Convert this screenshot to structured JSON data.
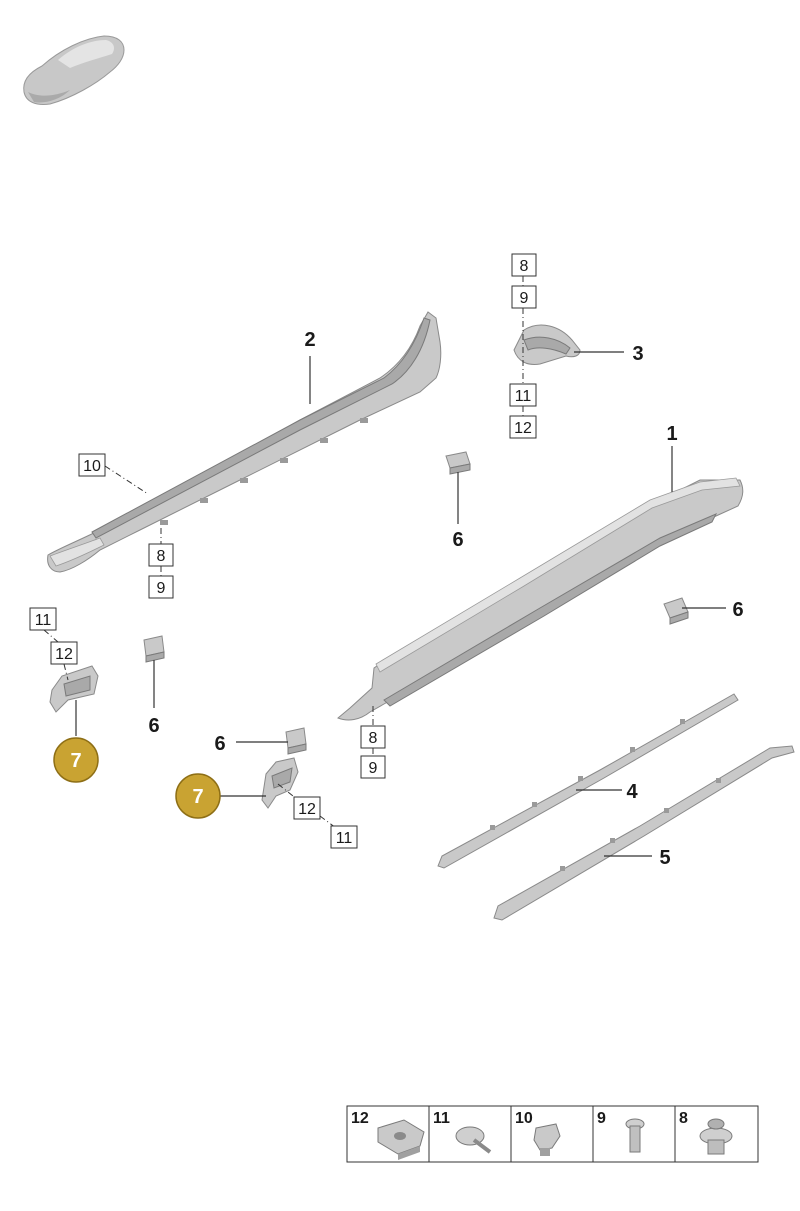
{
  "callouts": {
    "c1": "1",
    "c2": "2",
    "c3": "3",
    "c4": "4",
    "c5": "5",
    "c6a": "6",
    "c6b": "6",
    "c6c": "6",
    "c6d": "6",
    "c7a": "7",
    "c7b": "7"
  },
  "boxes": {
    "b8top": "8",
    "b9top": "9",
    "b11top": "11",
    "b12top": "12",
    "b10": "10",
    "b8mid": "8",
    "b9mid": "9",
    "b11left": "11",
    "b12left": "12",
    "b8bot": "8",
    "b9bot": "9",
    "b12right": "12",
    "b11right": "11"
  },
  "legend": [
    "12",
    "11",
    "10",
    "9",
    "8"
  ],
  "colors": {
    "highlight": "#C9A332",
    "highlight_stroke": "#8E6F16"
  }
}
